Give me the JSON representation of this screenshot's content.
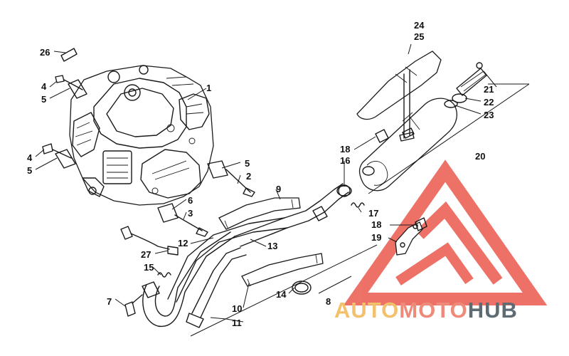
{
  "callouts": [
    "1",
    "2",
    "3",
    "4",
    "4",
    "5",
    "5",
    "5",
    "6",
    "7",
    "8",
    "9",
    "10",
    "11",
    "12",
    "13",
    "14",
    "15",
    "16",
    "17",
    "18",
    "18",
    "19",
    "20",
    "21",
    "22",
    "23",
    "24",
    "25",
    "26",
    "27"
  ],
  "watermark": {
    "part1": "AUTO",
    "part2": "MOTO",
    "part3": "HUB",
    "color1": "#f3c06b",
    "color2": "#ef8a7a",
    "color3": "#5f6b73",
    "logo_color": "#e84a3c"
  }
}
